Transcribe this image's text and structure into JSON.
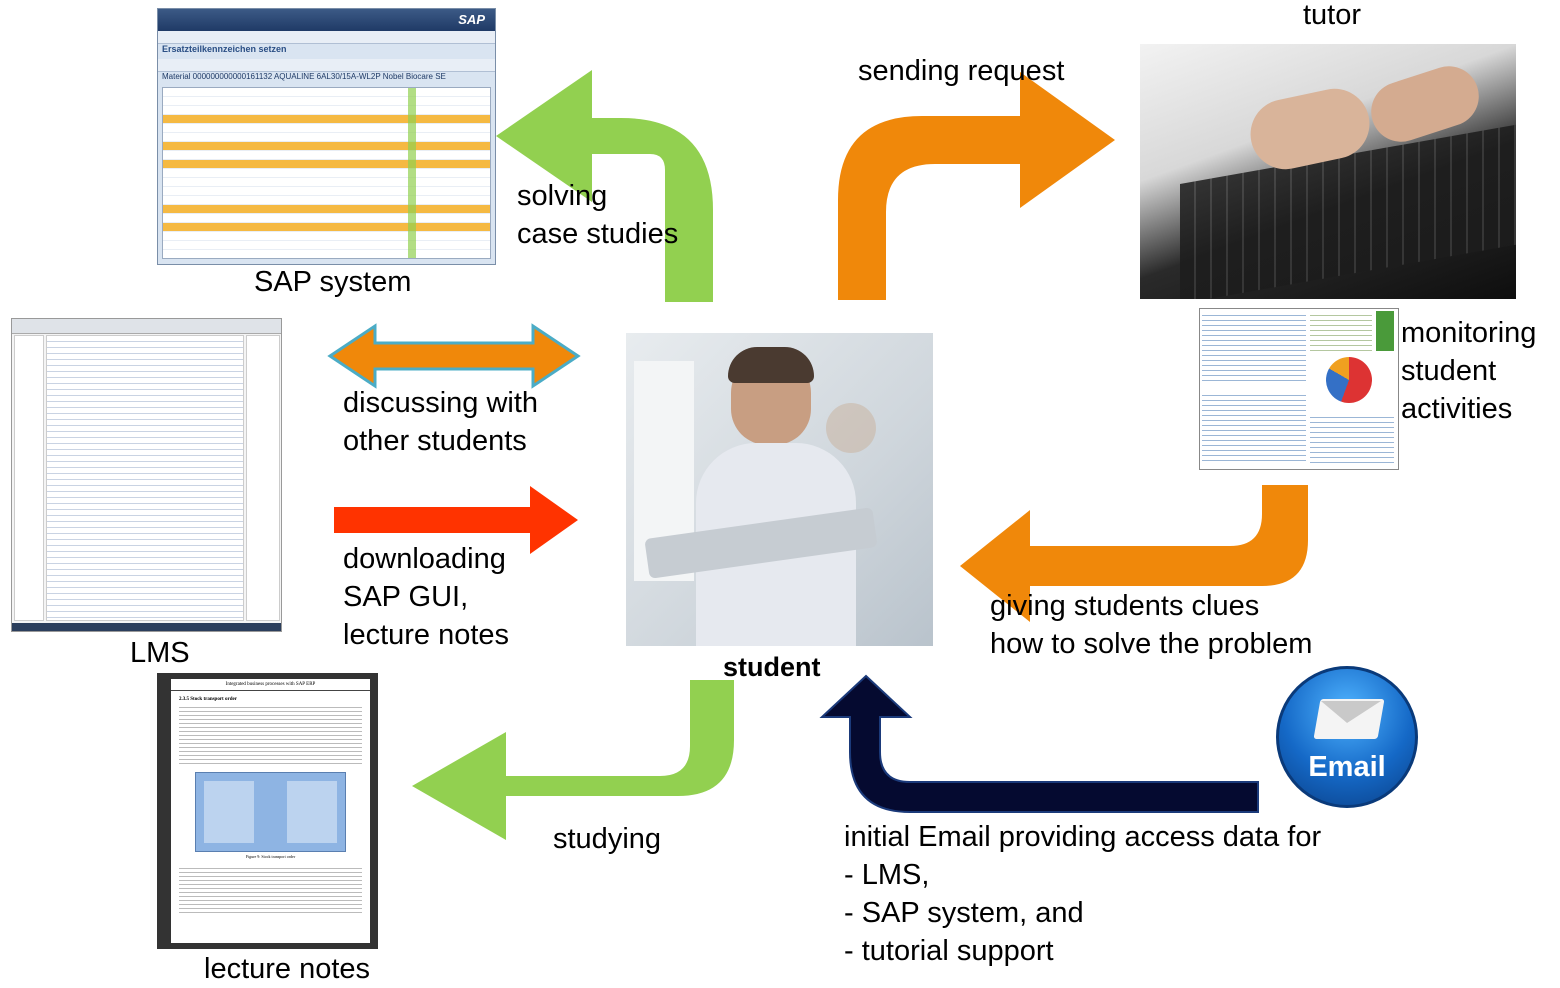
{
  "nodes": {
    "sap_system": "SAP system",
    "lms": "LMS",
    "lecture_notes": "lecture notes",
    "student": "student",
    "tutor": "tutor",
    "monitoring": [
      "monitoring",
      "student",
      "activities"
    ]
  },
  "arrows": {
    "solving": [
      "solving",
      "case studies"
    ],
    "sending": "sending request",
    "discussing": [
      "discussing with",
      "other students"
    ],
    "downloading": [
      "downloading",
      "SAP GUI,",
      "lecture notes"
    ],
    "clues": [
      "giving students clues",
      "how to solve the problem"
    ],
    "studying": "studying",
    "email_lines": [
      "initial Email providing access data for",
      "- LMS,",
      "- SAP system, and",
      "- tutorial support"
    ]
  },
  "sap_screen": {
    "logo": "SAP",
    "window_title": "Ersatzteilkennzeichen setzen",
    "material_title": "Material 000000000000161132 AQUALINE 6AL30/15A-WL2P Nobel Biocare SE"
  },
  "email_icon_label": "Email",
  "doc_page": {
    "header": "Integrated business processes with SAP ERP",
    "section": "2.3.5  Stock transport order",
    "figure_caption": "Figure 9: Stock transport order"
  },
  "colors": {
    "green": "#92D050",
    "orange": "#F0880A",
    "red": "#FF3300",
    "navy": "#050A30",
    "cyan_outline": "#4BACC6"
  }
}
